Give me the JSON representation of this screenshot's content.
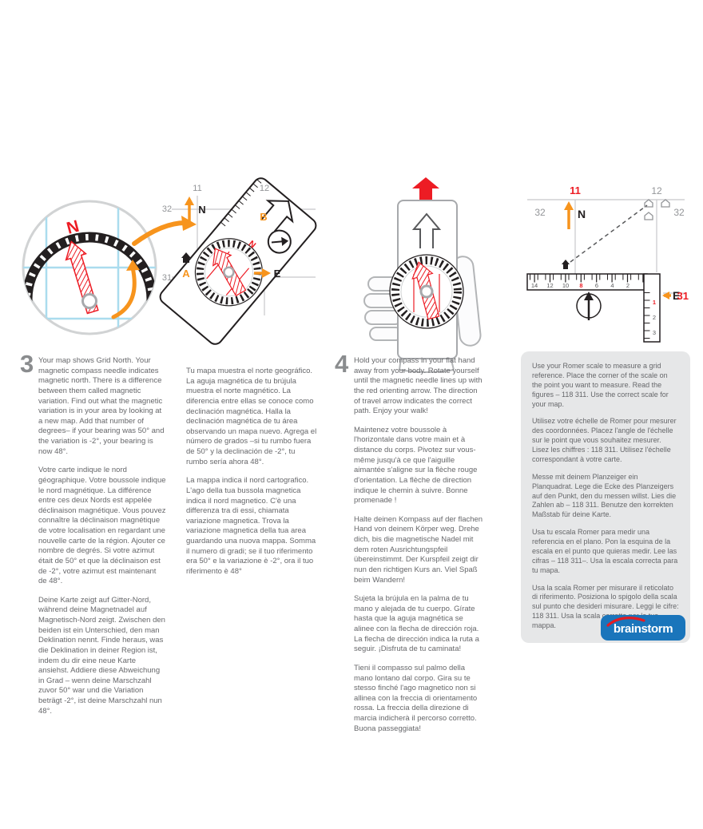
{
  "step3": {
    "number": "3",
    "en": "Your map shows Grid North. Your magnetic compass needle indicates magnetic north. There is a difference between them called magnetic variation. Find out what the magnetic variation is in your area by looking at a new map. Add that number of degrees– if your bearing was 50° and the variation is -2°, your bearing is now 48°.",
    "fr": "Votre carte indique le nord géographique. Votre boussole indique le nord magnétique. La différence entre ces deux Nords est appelée déclinaison magnétique. Vous pouvez connaître la déclinaison magnétique de votre localisation en regardant une nouvelle carte de la région. Ajouter ce nombre de degrés. Si votre azimut était de 50° et que la déclinaison est de -2°, votre azimut est maintenant de 48°.",
    "de": "Deine Karte zeigt auf Gitter-Nord, während deine Magnetnadel auf Magnetisch-Nord zeigt. Zwischen den beiden ist ein Unterschied, den man Deklination nennt. Finde heraus, was die Deklination in deiner Region ist, indem du dir eine neue Karte ansiehst. Addiere diese Abweichung in Grad –  wenn deine Marschzahl zuvor 50° war und die Variation beträgt -2°, ist deine Marschzahl nun 48°.",
    "es": "Tu mapa muestra el norte geográfico. La aguja magnética de tu brújula muestra el norte magnético. La diferencia entre ellas se conoce como declinación magnética. Halla la declinación magnética de tu área observando un mapa nuevo. Agrega el número de grados –si tu rumbo fuera de 50° y la declinación de -2°, tu rumbo sería ahora 48°.",
    "it": "La mappa indica il nord cartografico. L'ago della tua bussola magnetica indica il nord magnetico. C'è una differenza tra di essi, chiamata variazione magnetica. Trova la variazione magnetica della tua area guardando una nuova mappa. Somma il numero di gradi; se il tuo riferimento era 50° e la variazione è -2°, ora il tuo riferimento è 48°"
  },
  "step4": {
    "number": "4",
    "en": "Hold your compass in your flat hand away from your body. Rotate yourself until the magnetic needle lines up with the red orienting arrow. The direction of travel arrow indicates the correct path. Enjoy your walk!",
    "fr": "Maintenez votre boussole à l'horizontale dans votre main et à distance du corps. Pivotez sur vous-même jusqu'à ce que l'aiguille aimantée s'aligne sur la flèche rouge d'orientation. La flèche de direction indique le chemin à suivre. Bonne promenade !",
    "de": "Halte deinen Kompass auf der flachen Hand von deinem Körper weg. Drehe dich, bis die magnetische Nadel  mit dem roten Ausrichtungspfeil übereinstimmt. Der Kurspfeil zeigt dir nun den richtigen Kurs an. Viel Spaß beim Wandern!",
    "es": "Sujeta la brújula en la palma de tu mano y alejada de tu cuerpo. Gírate hasta que la aguja magnética se alinee con la flecha de dirección roja. La flecha de dirección indica la ruta a seguir. ¡Disfruta de tu caminata!",
    "it": "Tieni il compasso sul palmo della mano lontano dal corpo. Gira su te stesso finché l'ago magnetico non si allinea con la freccia di orientamento rossa. La freccia della direzione di marcia indicherà il percorso corretto. Buona passeggiata!"
  },
  "romer": {
    "en": "Use your Romer scale to measure a grid reference. Place the corner of the scale on the point you want to measure. Read the figures – 118 311. Use the correct scale for your map.",
    "fr": "Utilisez votre échelle de Romer pour mesurer des coordonnées. Placez l'angle de l'échelle sur le point que vous souhaitez mesurer. Lisez les chiffres : 118 311. Utilisez l'échelle correspondant à votre carte.",
    "de": "Messe mit deinem Planzeiger ein Planquadrat. Lege die Ecke des Planzeigers auf den Punkt, den du messen willst. Lies die Zahlen ab – 118 311. Benutze den korrekten Maßstab für deine Karte.",
    "es": "Usa tu escala Romer para medir una referencia en el plano. Pon la esquina de la escala en el punto que quieras medir. Lee las cifras – 118 311–. Usa la escala correcta para tu mapa.",
    "it": "Usa la scala Romer per misurare il reticolato di riferimento. Posiziona lo spigolo della scala sul punto che desideri misurare. Leggi le cifre: 118 311. Usa la scala corretta per la tua mappa."
  },
  "illus": {
    "detail": {
      "n": "N"
    },
    "map1": {
      "c11": "11",
      "c12": "12",
      "r32": "32",
      "r31": "31",
      "n": "N",
      "b": "B",
      "a": "A",
      "e": "E",
      "dial_n": "N"
    },
    "map2": {
      "c11": "11",
      "c12": "12",
      "r32_left": "32",
      "r32_right": "32",
      "r31": "31",
      "n": "N",
      "e": "E",
      "h_numbers": [
        "14",
        "12",
        "10",
        "8",
        "6",
        "4",
        "2"
      ],
      "v_numbers": [
        "1",
        "2",
        "3"
      ]
    }
  },
  "logo": {
    "text": "brainstorm"
  },
  "colors": {
    "accent_orange": "#f7941d",
    "accent_red": "#ed1c24",
    "text_gray": "#66676a",
    "logo_blue": "#1a75bb",
    "grid_gray": "#c7c8ca"
  }
}
